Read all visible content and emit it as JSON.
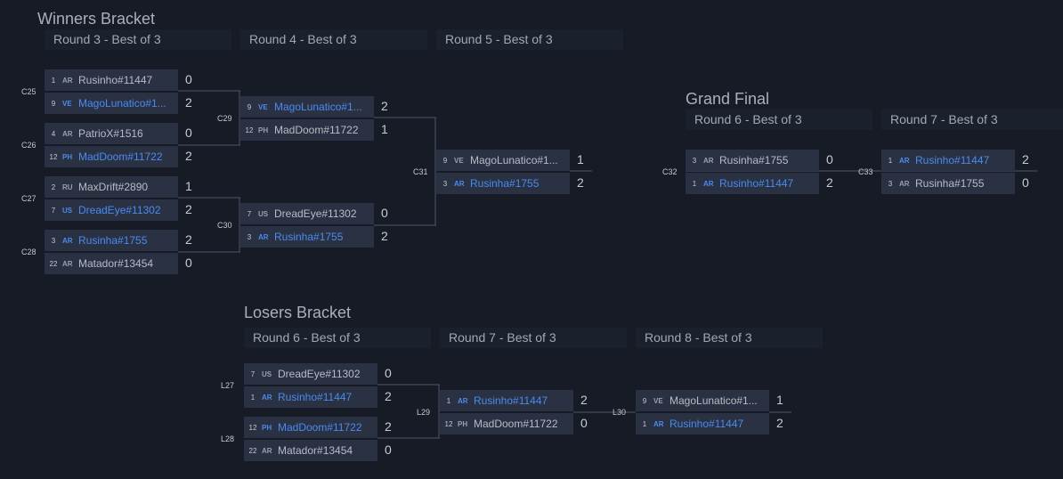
{
  "winners": {
    "title": "Winners Bracket",
    "rounds": [
      "Round 3 - Best of 3",
      "Round 4 - Best of 3",
      "Round 5 - Best of 3"
    ]
  },
  "grand": {
    "title": "Grand Final",
    "rounds": [
      "Round 6 - Best of 3",
      "Round 7 - Best of 3"
    ]
  },
  "losers": {
    "title": "Losers Bracket",
    "rounds": [
      "Round 6 - Best of 3",
      "Round 7 - Best of 3",
      "Round 8 - Best of 3"
    ]
  },
  "matches": {
    "c25": {
      "label": "C25",
      "top": {
        "seed": "1",
        "flag": "AR",
        "name": "Rusinho#11447",
        "score": "0"
      },
      "bottom": {
        "seed": "9",
        "flag": "VE",
        "name": "MagoLunatico#1...",
        "score": "2"
      }
    },
    "c26": {
      "label": "C26",
      "top": {
        "seed": "4",
        "flag": "AR",
        "name": "PatrioX#1516",
        "score": "0"
      },
      "bottom": {
        "seed": "12",
        "flag": "PH",
        "name": "MadDoom#11722",
        "score": "2"
      }
    },
    "c27": {
      "label": "C27",
      "top": {
        "seed": "2",
        "flag": "RU",
        "name": "MaxDrift#2890",
        "score": "1"
      },
      "bottom": {
        "seed": "7",
        "flag": "US",
        "name": "DreadEye#11302",
        "score": "2"
      }
    },
    "c28": {
      "label": "C28",
      "top": {
        "seed": "3",
        "flag": "AR",
        "name": "Rusinha#1755",
        "score": "2"
      },
      "bottom": {
        "seed": "22",
        "flag": "AR",
        "name": "Matador#13454",
        "score": "0"
      }
    },
    "c29": {
      "label": "C29",
      "top": {
        "seed": "9",
        "flag": "VE",
        "name": "MagoLunatico#1...",
        "score": "2"
      },
      "bottom": {
        "seed": "12",
        "flag": "PH",
        "name": "MadDoom#11722",
        "score": "1"
      }
    },
    "c30": {
      "label": "C30",
      "top": {
        "seed": "7",
        "flag": "US",
        "name": "DreadEye#11302",
        "score": "0"
      },
      "bottom": {
        "seed": "3",
        "flag": "AR",
        "name": "Rusinha#1755",
        "score": "2"
      }
    },
    "c31": {
      "label": "C31",
      "top": {
        "seed": "9",
        "flag": "VE",
        "name": "MagoLunatico#1...",
        "score": "1"
      },
      "bottom": {
        "seed": "3",
        "flag": "AR",
        "name": "Rusinha#1755",
        "score": "2"
      }
    },
    "c32": {
      "label": "C32",
      "top": {
        "seed": "3",
        "flag": "AR",
        "name": "Rusinha#1755",
        "score": "0"
      },
      "bottom": {
        "seed": "1",
        "flag": "AR",
        "name": "Rusinho#11447",
        "score": "2"
      }
    },
    "c33": {
      "label": "C33",
      "top": {
        "seed": "1",
        "flag": "AR",
        "name": "Rusinho#11447",
        "score": "2"
      },
      "bottom": {
        "seed": "3",
        "flag": "AR",
        "name": "Rusinha#1755",
        "score": "0"
      }
    },
    "l27": {
      "label": "L27",
      "top": {
        "seed": "7",
        "flag": "US",
        "name": "DreadEye#11302",
        "score": "0"
      },
      "bottom": {
        "seed": "1",
        "flag": "AR",
        "name": "Rusinho#11447",
        "score": "2"
      }
    },
    "l28": {
      "label": "L28",
      "top": {
        "seed": "12",
        "flag": "PH",
        "name": "MadDoom#11722",
        "score": "2"
      },
      "bottom": {
        "seed": "22",
        "flag": "AR",
        "name": "Matador#13454",
        "score": "0"
      }
    },
    "l29": {
      "label": "L29",
      "top": {
        "seed": "1",
        "flag": "AR",
        "name": "Rusinho#11447",
        "score": "2"
      },
      "bottom": {
        "seed": "12",
        "flag": "PH",
        "name": "MadDoom#11722",
        "score": "0"
      }
    },
    "l30": {
      "label": "L30",
      "top": {
        "seed": "9",
        "flag": "VE",
        "name": "MagoLunatico#1...",
        "score": "1"
      },
      "bottom": {
        "seed": "1",
        "flag": "AR",
        "name": "Rusinho#11447",
        "score": "2"
      }
    }
  }
}
